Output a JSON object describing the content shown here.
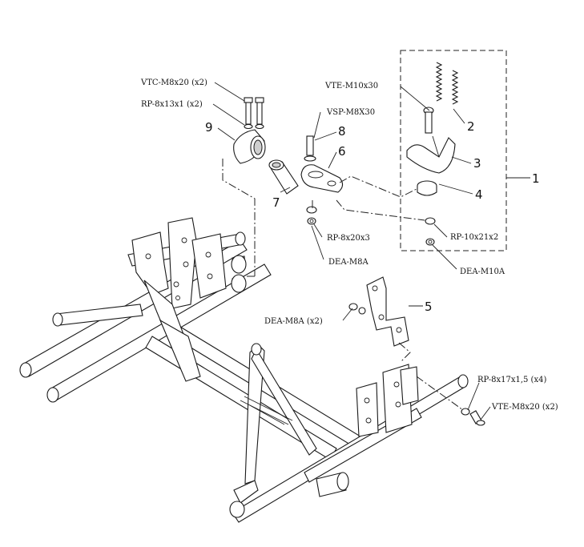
{
  "labels": {
    "vtc": "VTC-M8x20 (x2)",
    "rp_8x13": "RP-8x13x1 (x2)",
    "vsp": "VSP-M8X30",
    "vte_m10": "VTE-M10x30",
    "rp_8x20": "RP-8x20x3",
    "dea_m8a": "DEA-M8A",
    "rp_10x21": "RP-10x21x2",
    "dea_m10a": "DEA-M10A",
    "dea_m8a_x2": "DEA-M8A (x2)",
    "rp_8x17": "RP-8x17x1,5 (x4)",
    "vte_m8x20": "VTE-M8x20 (x2)"
  },
  "numbers": {
    "n1": "1",
    "n2": "2",
    "n3": "3",
    "n4": "4",
    "n5": "5",
    "n6": "6",
    "n7": "7",
    "n8": "8",
    "n9": "9"
  }
}
